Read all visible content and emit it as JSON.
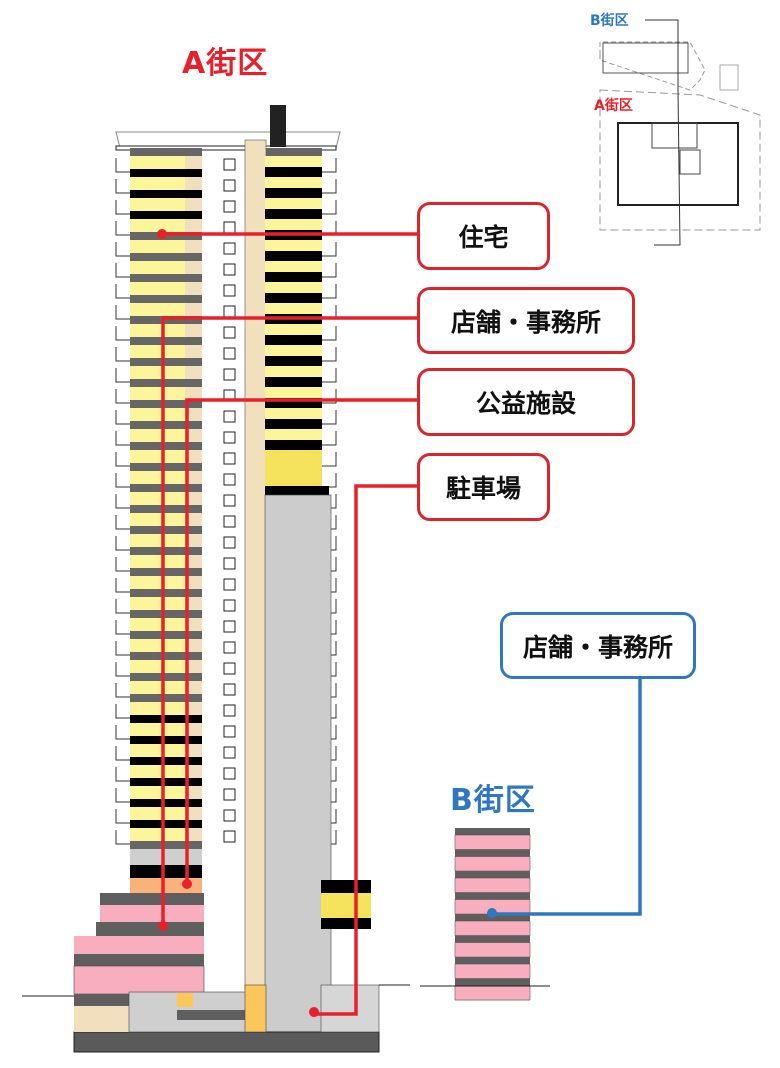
{
  "titles": {
    "a_block": "A街区",
    "b_block": "B街区"
  },
  "inset": {
    "b_block": "B街区",
    "a_block": "A街区"
  },
  "labels": {
    "residential": "住宅",
    "retail_office_a": "店舗・事務所",
    "public_facility": "公益施設",
    "parking": "駐車場",
    "retail_office_b": "店舗・事務所"
  },
  "colors": {
    "red": "#e8202a",
    "blue": "#2f78c0",
    "residential_yellow": "#fdf59a",
    "public_orange": "#f9b27a",
    "retail_pink": "#f9aec0",
    "parking_gray": "#cccccc",
    "core_beige": "#f2dfbd"
  }
}
